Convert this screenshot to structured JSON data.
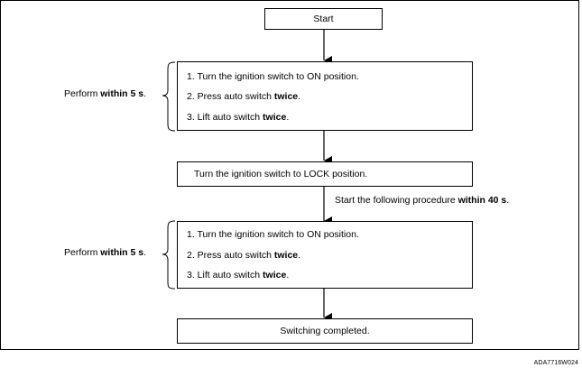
{
  "start_label": "Start",
  "steps_group_1": {
    "perform_prefix": "Perform ",
    "perform_bold": "within 5 s",
    "perform_suffix": ".",
    "step1": "1. Turn the ignition switch to ON position.",
    "step2_prefix": "2. Press auto switch ",
    "step2_bold": "twice",
    "step2_suffix": ".",
    "step3_prefix": "3. Lift auto switch ",
    "step3_bold": "twice",
    "step3_suffix": "."
  },
  "lock_label": "Turn the ignition switch to LOCK position.",
  "procedure_note": {
    "prefix": "Start the following procedure ",
    "bold": "within 40 s",
    "suffix": "."
  },
  "steps_group_2": {
    "perform_prefix": "Perform ",
    "perform_bold": "within 5 s",
    "perform_suffix": ".",
    "step1": "1. Turn the ignition switch to ON position.",
    "step2_prefix": "2. Press auto switch ",
    "step2_bold": "twice",
    "step2_suffix": ".",
    "step3_prefix": "3. Lift auto switch ",
    "step3_bold": "twice",
    "step3_suffix": "."
  },
  "completed_label": "Switching completed.",
  "figure_id": "ADA7716W024"
}
